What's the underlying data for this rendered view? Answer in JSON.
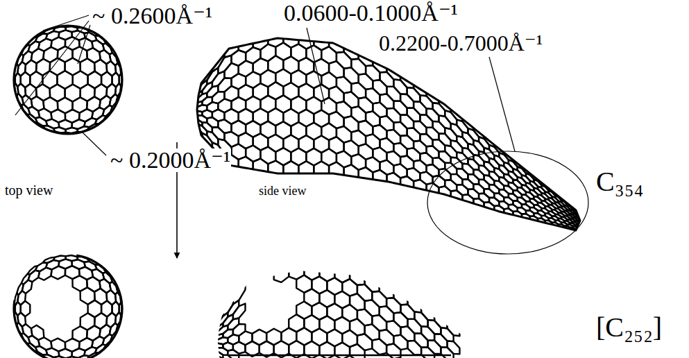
{
  "diagram": {
    "labels": [
      "~ 0.2600Å⁻¹",
      "0.0600-0.1000Å⁻¹",
      "0.2200-0.7000Å⁻¹",
      "top view",
      "~ 0.2000Å⁻¹",
      "side view",
      "C₃₅₄",
      "[C₂₅₂]"
    ]
  }
}
